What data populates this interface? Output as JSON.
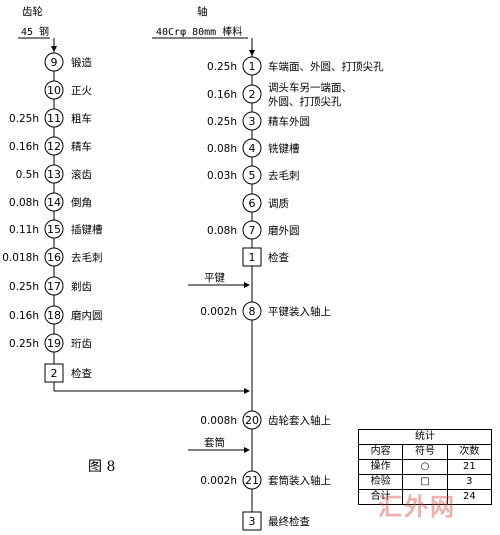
{
  "gear": {
    "title": "齿轮",
    "material": "45 钢",
    "steps": [
      {
        "time": "",
        "num": "9",
        "name": "锻造"
      },
      {
        "time": "",
        "num": "10",
        "name": "正火"
      },
      {
        "time": "0.25h",
        "num": "11",
        "name": "粗车"
      },
      {
        "time": "0.16h",
        "num": "12",
        "name": "精车"
      },
      {
        "time": "0.5h",
        "num": "13",
        "name": "滚齿"
      },
      {
        "time": "0.08h",
        "num": "14",
        "name": "倒角"
      },
      {
        "time": "0.11h",
        "num": "15",
        "name": "插键槽"
      },
      {
        "time": "0.018h",
        "num": "16",
        "name": "去毛刺"
      },
      {
        "time": "0.25h",
        "num": "17",
        "name": "剃齿"
      },
      {
        "time": "0.16h",
        "num": "18",
        "name": "磨内圆"
      },
      {
        "time": "0.25h",
        "num": "19",
        "name": "珩齿"
      }
    ],
    "inspection": {
      "num": "2",
      "name": "检查"
    }
  },
  "shaft": {
    "title": "轴",
    "material": "40Crφ 80mm 棒料",
    "steps": [
      {
        "time": "0.25h",
        "num": "1",
        "name": "车端面、外圆、打顶尖孔"
      },
      {
        "time": "0.16h",
        "num": "2",
        "name": "调头车另一端面、",
        "name2": "外圆、打顶尖孔"
      },
      {
        "time": "0.25h",
        "num": "3",
        "name": "精车外圆"
      },
      {
        "time": "0.08h",
        "num": "4",
        "name": "铣键槽"
      },
      {
        "time": "0.03h",
        "num": "5",
        "name": "去毛刺"
      },
      {
        "time": "",
        "num": "6",
        "name": "调质"
      },
      {
        "time": "0.08h",
        "num": "7",
        "name": "磨外圆"
      }
    ],
    "inspection1": {
      "num": "1",
      "name": "检查"
    }
  },
  "assembly": {
    "key_label": "平键",
    "step8": {
      "time": "0.002h",
      "num": "8",
      "name": "平键装入轴上"
    },
    "step20": {
      "time": "0.008h",
      "num": "20",
      "name": "齿轮套入轴上"
    },
    "sleeve_label": "套筒",
    "step21": {
      "time": "0.002h",
      "num": "21",
      "name": "套筒装入轴上"
    },
    "final": {
      "num": "3",
      "name": "最终检查"
    }
  },
  "figure_label": "图  8",
  "stats": {
    "title": "统计",
    "headers": [
      "内容",
      "符号",
      "次数"
    ],
    "rows": [
      {
        "content": "操作",
        "symbol": "○",
        "count": "21"
      },
      {
        "content": "检验",
        "symbol": "□",
        "count": "3"
      },
      {
        "content": "合计",
        "symbol": "",
        "count": "24"
      }
    ]
  },
  "watermark": "汇外网"
}
